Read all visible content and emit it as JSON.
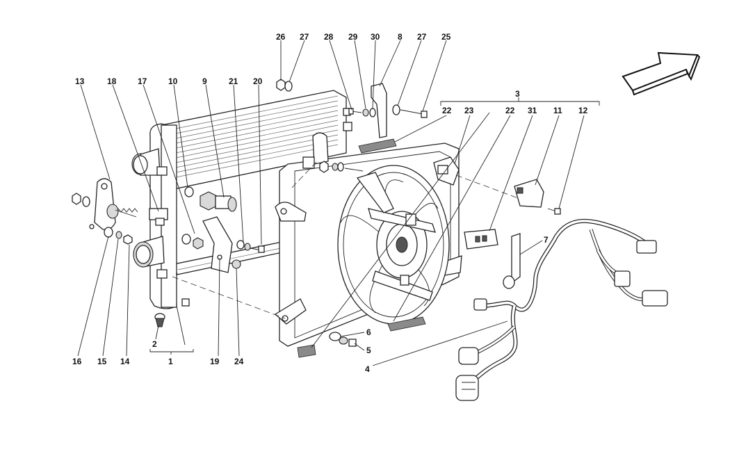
{
  "labels": {
    "l26a": "26",
    "l27a": "27",
    "l28": "28",
    "l29": "29",
    "l30": "30",
    "l8": "8",
    "l27b": "27",
    "l25": "25",
    "l13": "13",
    "l18": "18",
    "l17": "17",
    "l10": "10",
    "l9": "9",
    "l21": "21",
    "l20": "20",
    "l3": "3",
    "l22a": "22",
    "l23": "23",
    "l22b": "22",
    "l31": "31",
    "l11": "11",
    "l12": "12",
    "l7": "7",
    "l16": "16",
    "l15": "15",
    "l14": "14",
    "l2": "2",
    "l1": "1",
    "l19": "19",
    "l24": "24",
    "l6": "6",
    "l5": "5",
    "l4": "4"
  }
}
